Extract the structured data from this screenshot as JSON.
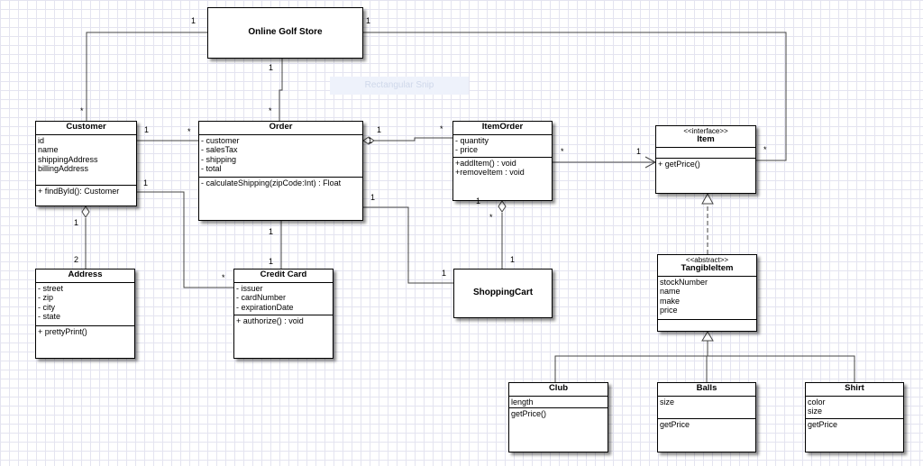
{
  "watermark": "Rectangular Snip",
  "boxes": {
    "online_golf_store": {
      "name": "Online Golf Store"
    },
    "customer": {
      "name": "Customer",
      "attributes": [
        "id",
        "name",
        "shippingAddress",
        "billingAddress"
      ],
      "operations": [
        "+ findById(): Customer"
      ]
    },
    "order": {
      "name": "Order",
      "attributes": [
        "- customer",
        "- salesTax",
        "- shipping",
        "- total"
      ],
      "operations": [
        "- calculateShipping(zipCode:Int) : Float"
      ]
    },
    "item_order": {
      "name": "ItemOrder",
      "attributes": [
        "- quantity",
        "- price"
      ],
      "operations": [
        "+addItem() : void",
        "+removeItem : void"
      ]
    },
    "item": {
      "stereotype": "<<interface>>",
      "name": "Item",
      "attributes": [],
      "operations": [
        "+ getPrice()"
      ]
    },
    "address": {
      "name": "Address",
      "attributes": [
        "- street",
        "- zip",
        "- city",
        "- state"
      ],
      "operations": [
        "+ prettyPrint()"
      ]
    },
    "credit_card": {
      "name": "Credit Card",
      "attributes": [
        "- issuer",
        "- cardNumber",
        "- expirationDate"
      ],
      "operations": [
        "+ authorize() : void"
      ]
    },
    "shopping_cart": {
      "name": "ShoppingCart"
    },
    "tangible_item": {
      "stereotype": "<<abstract>>",
      "name": "TangibleItem",
      "attributes": [
        "stockNumber",
        "name",
        "make",
        "price"
      ],
      "operations": []
    },
    "club": {
      "name": "Club",
      "attributes": [
        "length"
      ],
      "operations": [
        "getPrice()"
      ]
    },
    "balls": {
      "name": "Balls",
      "attributes": [
        "size"
      ],
      "operations": [
        "getPrice"
      ]
    },
    "shirt": {
      "name": "Shirt",
      "attributes": [
        "color",
        "size"
      ],
      "operations": [
        "getPrice"
      ]
    }
  },
  "multiplicities": [
    "1",
    "1",
    "1",
    "*",
    "1",
    "*",
    "*",
    "1",
    "1",
    "*",
    "*",
    "1",
    "*",
    "1",
    "1",
    "2",
    "1",
    "*",
    "1",
    "1",
    "1",
    "1",
    "*",
    "1"
  ]
}
